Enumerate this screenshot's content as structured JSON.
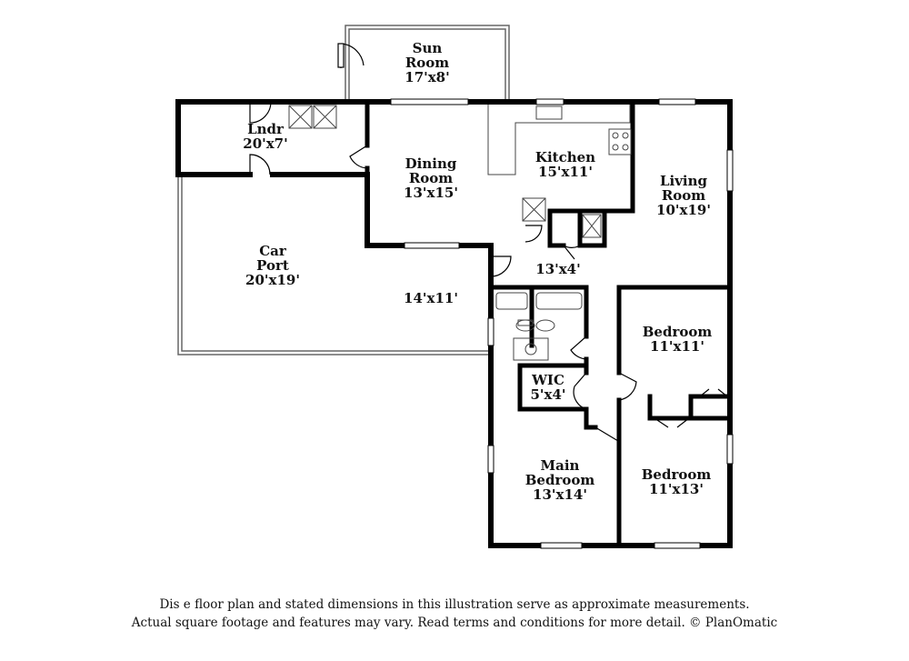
{
  "rooms": {
    "sun_room": {
      "name": "Sun Room",
      "line1": "Sun",
      "line2": "Room",
      "dim": "17'x8'"
    },
    "laundry": {
      "name": "Lndr",
      "line1": "Lndr",
      "dim": "20'x7'"
    },
    "dining_room": {
      "name": "Dining Room",
      "line1": "Dining",
      "line2": "Room",
      "dim": "13'x15'"
    },
    "kitchen": {
      "name": "Kitchen",
      "line1": "Kitchen",
      "dim": "15'x11'"
    },
    "living_room": {
      "name": "Living Room",
      "line1": "Living",
      "line2": "Room",
      "dim": "10'x19'"
    },
    "car_port": {
      "name": "Car Port",
      "line1": "Car",
      "line2": "Port",
      "dim": "20'x19'"
    },
    "hall": {
      "dim": "13'x4'"
    },
    "den": {
      "dim": "14'x11'"
    },
    "bedroom_1": {
      "name": "Bedroom",
      "line1": "Bedroom",
      "dim": "11'x11'"
    },
    "wic": {
      "name": "WIC",
      "line1": "WIC",
      "dim": "5'x4'"
    },
    "main_bedroom": {
      "name": "Main Bedroom",
      "line1": "Main",
      "line2": "Bedroom",
      "dim": "13'x14'"
    },
    "bedroom_2": {
      "name": "Bedroom",
      "line1": "Bedroom",
      "dim": "11'x13'"
    }
  },
  "disclaimer": {
    "line1": "Dis              e floor plan and stated dimensions in this illustration serve as approximate measurements.",
    "line2": "Actual square footage and features may vary. Read terms and conditions for more detail. © PlanOmatic"
  },
  "colors": {
    "wall": "#000000",
    "thin": "#555555",
    "background": "#ffffff"
  }
}
